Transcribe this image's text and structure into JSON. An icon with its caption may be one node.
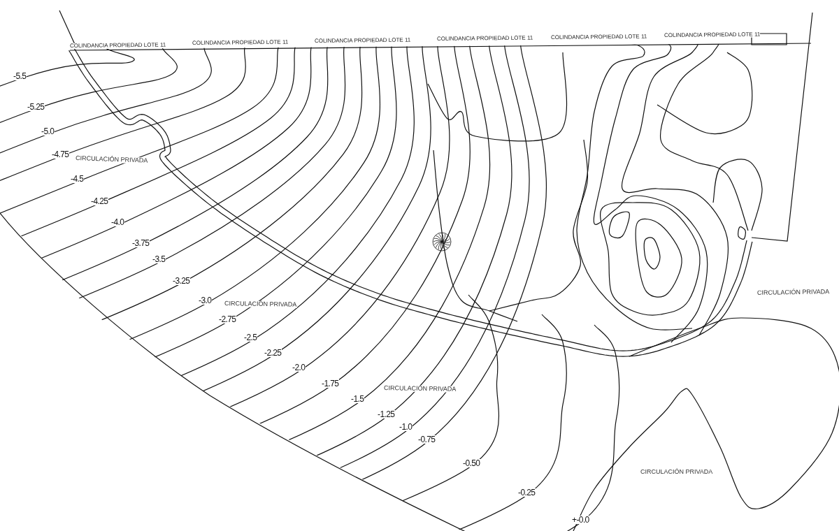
{
  "diagram": {
    "labels": [
      "COLINDANCIA PROPIEDAD LOTE 11",
      "COLINDANCIA PROPIEDAD LOTE 11",
      "COLINDANCIA PROPIEDAD LOTE 11",
      "COLINDANCIA PROPIEDAD LOTE 11",
      "COLINDANCIA PROPIEDAD LOTE 11",
      "COLINDANCIA PROPIEDAD LOTE 11",
      "-5.5",
      "-5.25",
      "-5.0",
      "-4.75",
      "CIRCULACIÓN PRIVADA",
      "-4.5",
      "-4.25",
      "-4.0",
      "-3.75",
      "-3.5",
      "-3.25",
      "CIRCULACIÓN PRIVADA",
      "-3.0",
      "CIRCULACIÓN PRIVADA",
      "-2.75",
      "-2.5",
      "-2.25",
      "-2.0",
      "-1.75",
      "CIRCULACIÓN PRIVADA",
      "-1.5",
      "-1.25",
      "-1.0",
      "-0.75",
      "-0.50",
      "CIRCULACIÓN PRIVADA",
      "-0.25",
      "+-0.0"
    ]
  }
}
